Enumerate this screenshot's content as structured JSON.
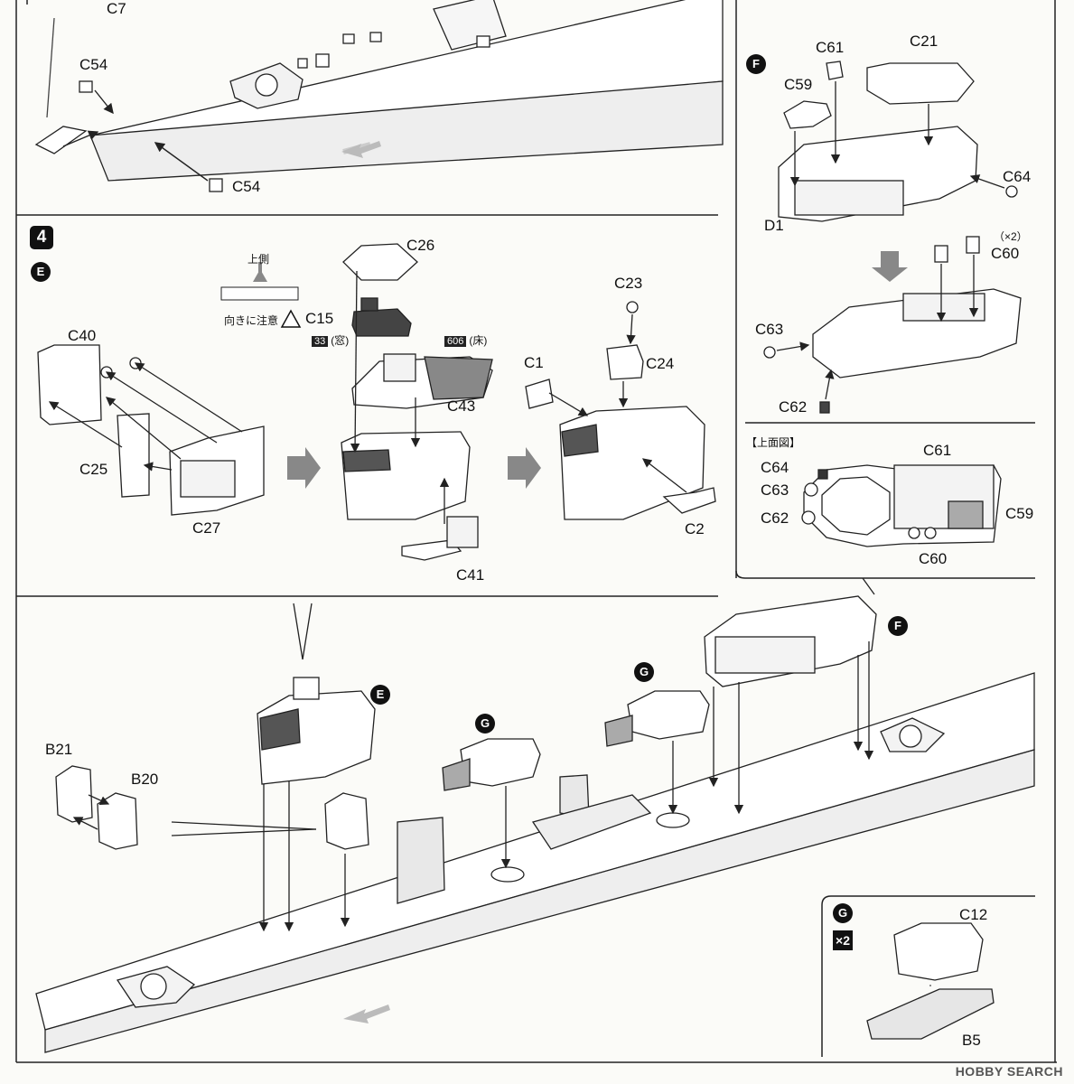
{
  "step": {
    "number": "4"
  },
  "sub": {
    "E": "E",
    "F": "F",
    "G": "G"
  },
  "labels": {
    "C7": "C7",
    "C54a": "C54",
    "C54b": "C54",
    "C40": "C40",
    "C25": "C25",
    "C27": "C27",
    "C26": "C26",
    "C15": "C15",
    "C43": "C43",
    "C41": "C41",
    "C1": "C1",
    "C23": "C23",
    "C24": "C24",
    "C2": "C2",
    "C61": "C61",
    "C21": "C21",
    "C59": "C59",
    "C64": "C64",
    "D1": "D1",
    "C60": "C60",
    "C60x2": "（×2）",
    "C63": "C63",
    "C62": "C62",
    "B21": "B21",
    "B20": "B20",
    "C12": "C12",
    "B5": "B5",
    "topC64": "C64",
    "topC63": "C63",
    "topC62": "C62",
    "topC61": "C61",
    "topC59": "C59",
    "topC60": "C60"
  },
  "notes": {
    "upside": "上側",
    "orientation": "向きに注意",
    "paint33_code": "33",
    "paint33_note": "(窓)",
    "paint606_code": "606",
    "paint606_note": "(床)",
    "top_view": "【上面図】",
    "times2": "×2"
  },
  "watermark": "HOBBY SEARCH"
}
